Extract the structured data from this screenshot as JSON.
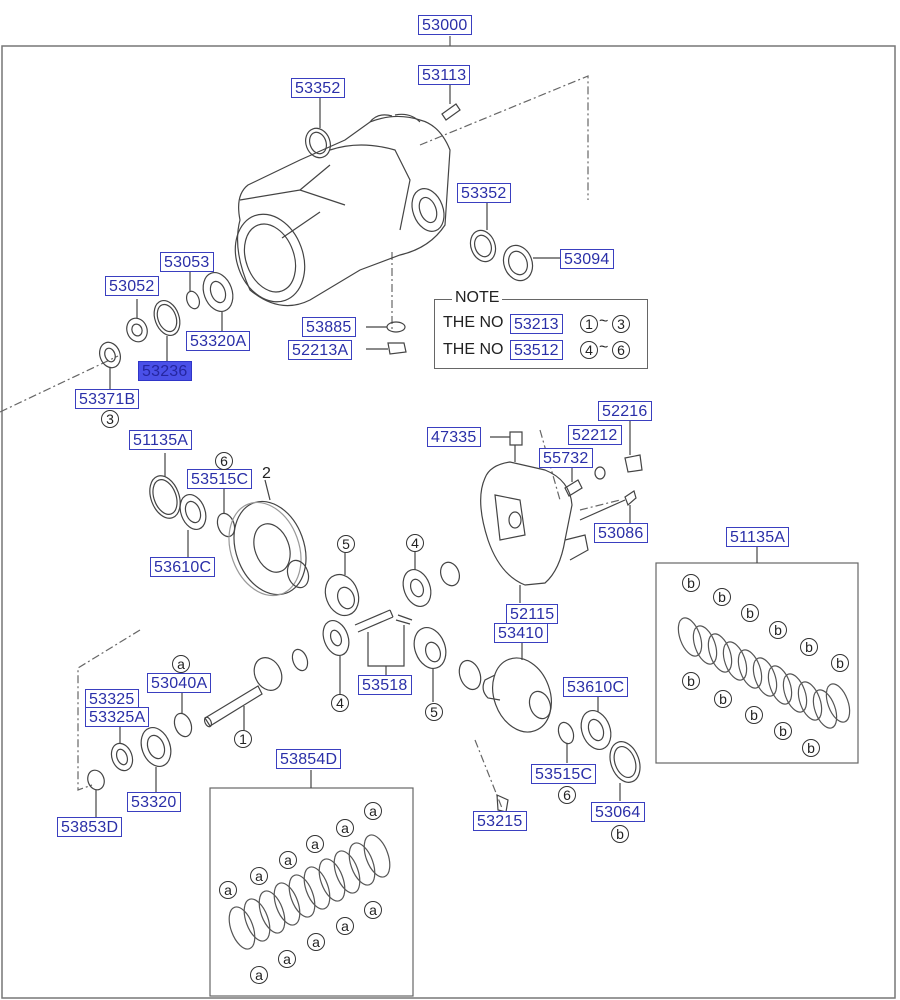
{
  "diagram": {
    "title": "Rear Differential Carrier Assembly",
    "assembly_label": "53000",
    "selected_part": "53236",
    "colors": {
      "label_border": "#3a3fc0",
      "label_text": "#2a2fa8",
      "selected_fill": "#4a50e8",
      "line": "#444444"
    }
  },
  "labels": [
    {
      "id": "53000",
      "text": "53000"
    },
    {
      "id": "53352-top",
      "text": "53352"
    },
    {
      "id": "53113",
      "text": "53113"
    },
    {
      "id": "53352-right",
      "text": "53352"
    },
    {
      "id": "53094",
      "text": "53094"
    },
    {
      "id": "53053",
      "text": "53053"
    },
    {
      "id": "53052",
      "text": "53052"
    },
    {
      "id": "53320A",
      "text": "53320A"
    },
    {
      "id": "53236",
      "text": "53236"
    },
    {
      "id": "53371B",
      "text": "53371B"
    },
    {
      "id": "53885",
      "text": "53885"
    },
    {
      "id": "52213A",
      "text": "52213A"
    },
    {
      "id": "51135A-left",
      "text": "51135A"
    },
    {
      "id": "53515C-left",
      "text": "53515C"
    },
    {
      "id": "53610C-left",
      "text": "53610C"
    },
    {
      "id": "47335",
      "text": "47335"
    },
    {
      "id": "52216",
      "text": "52216"
    },
    {
      "id": "52212",
      "text": "52212"
    },
    {
      "id": "55732",
      "text": "55732"
    },
    {
      "id": "53086",
      "text": "53086"
    },
    {
      "id": "51135A-right",
      "text": "51135A"
    },
    {
      "id": "52115",
      "text": "52115"
    },
    {
      "id": "53410",
      "text": "53410"
    },
    {
      "id": "53610C-right",
      "text": "53610C"
    },
    {
      "id": "53515C-right",
      "text": "53515C"
    },
    {
      "id": "53064",
      "text": "53064"
    },
    {
      "id": "53215",
      "text": "53215"
    },
    {
      "id": "53518",
      "text": "53518"
    },
    {
      "id": "53325",
      "text": "53325"
    },
    {
      "id": "53325A",
      "text": "53325A"
    },
    {
      "id": "53040A",
      "text": "53040A"
    },
    {
      "id": "53320",
      "text": "53320"
    },
    {
      "id": "53853D",
      "text": "53853D"
    },
    {
      "id": "53854D",
      "text": "53854D"
    }
  ],
  "note": {
    "title": "NOTE",
    "lines": [
      {
        "prefix": "THE NO",
        "ref": "53213",
        "range_start": "1",
        "range_sep": "~",
        "range_end": "3"
      },
      {
        "prefix": "THE NO",
        "ref": "53512",
        "range_start": "4",
        "range_sep": "~",
        "range_end": "6"
      }
    ]
  },
  "callouts": {
    "c3": "3",
    "c6_left": "6",
    "c2": "2",
    "c5_top": "5",
    "c4_top": "4",
    "c4_bottom": "4",
    "c5_bottom": "5",
    "c1": "1",
    "ca_53040A": "a",
    "c6_right": "6",
    "cb_53064": "b",
    "shim_b": "b",
    "shim_a": "a"
  }
}
